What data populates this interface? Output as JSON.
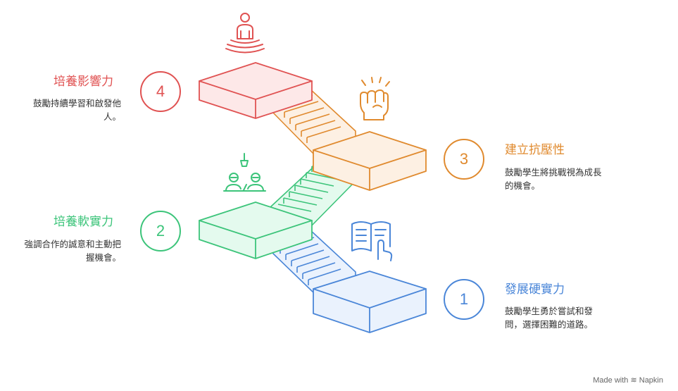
{
  "colors": {
    "blue": "#4a86d8",
    "green": "#3cc47a",
    "orange": "#e08a2e",
    "red": "#e05252",
    "blue_fill": "#eaf2fd",
    "green_fill": "#e4faee",
    "orange_fill": "#fdf0e3",
    "red_fill": "#fde8e8"
  },
  "steps": [
    {
      "number": "1",
      "title": "發展硬實力",
      "desc_line1": "鼓勵學生勇於嘗試和發",
      "desc_line2": "問，選擇困難的道路。",
      "icon": "open-book-pointing-hand-icon"
    },
    {
      "number": "2",
      "title": "培養軟實力",
      "desc_line1": "強調合作的誠意和主動把",
      "desc_line2": "握機會。",
      "icon": "teamwork-desk-icon"
    },
    {
      "number": "3",
      "title": "建立抗壓性",
      "desc_line1": "鼓勵學生將挑戰視為成長",
      "desc_line2": "的機會。",
      "icon": "clenched-fist-icon"
    },
    {
      "number": "4",
      "title": "培養影響力",
      "desc_line1": "鼓勵持續學習和啟發他",
      "desc_line2": "人。",
      "icon": "person-broadcasting-icon"
    }
  ],
  "footer": {
    "made_with": "Made with",
    "brand": "Napkin"
  }
}
